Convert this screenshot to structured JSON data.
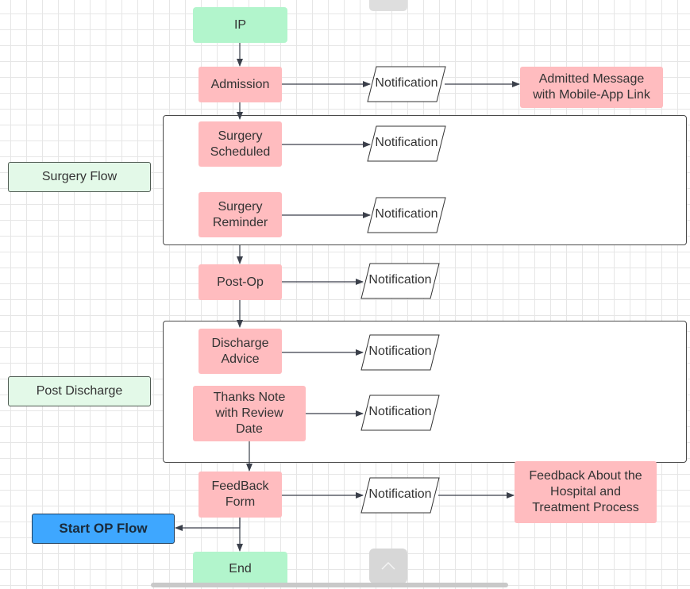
{
  "nodes": {
    "ip": "IP",
    "admission": "Admission",
    "admitted_message": [
      "Admitted Message",
      "with Mobile-App Link"
    ],
    "surgery_flow": "Surgery Flow",
    "surgery_scheduled": [
      "Surgery",
      "Scheduled"
    ],
    "surgery_reminder": [
      "Surgery",
      "Reminder"
    ],
    "post_op": "Post-Op",
    "post_discharge": "Post Discharge",
    "discharge_advice": [
      "Discharge",
      "Advice"
    ],
    "thanks_note": [
      "Thanks Note",
      "with Review",
      "Date"
    ],
    "feedback_form": [
      "FeedBack",
      "Form"
    ],
    "feedback_about": [
      "Feedback About the",
      "Hospital and",
      "Treatment Process"
    ],
    "start_op_flow": "Start OP Flow",
    "end": "End"
  },
  "notification_label": "Notification",
  "colors": {
    "terminal": "#b2f5cc",
    "step": "#ffbcbf",
    "group_label": "#e3f9e8",
    "op_button": "#3ea7ff",
    "connector": "#3a3f4a"
  },
  "icons": {
    "scroll_up": "chevron-up-icon"
  }
}
